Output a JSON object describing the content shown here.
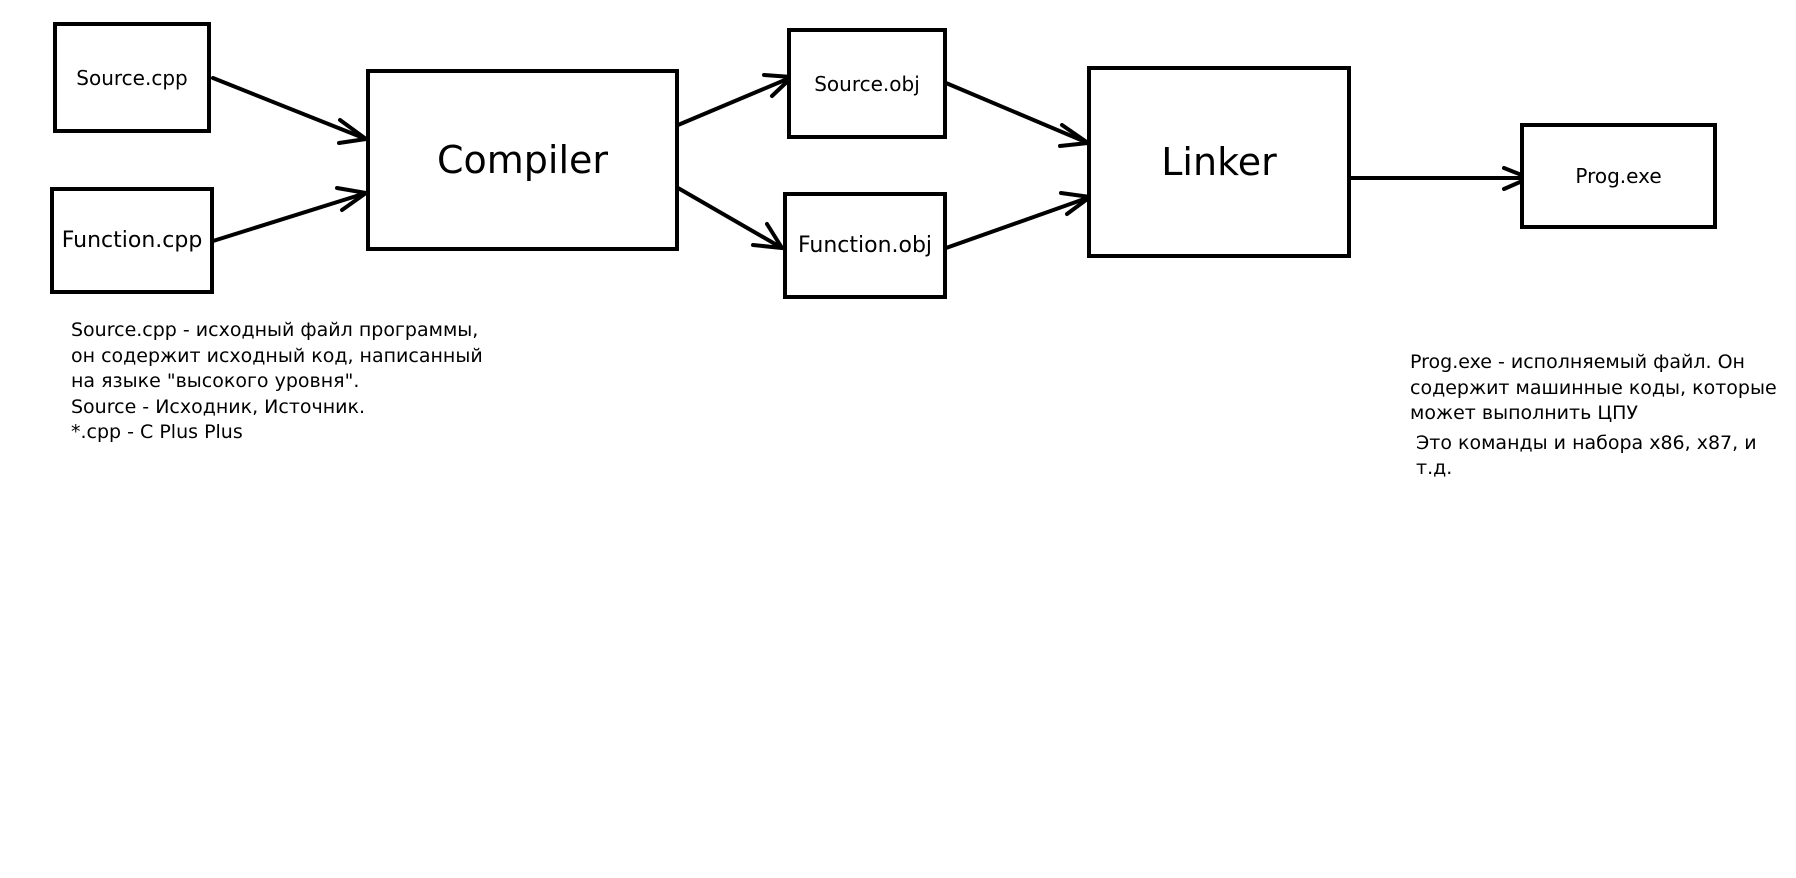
{
  "nodes": {
    "source_cpp": {
      "label": "Source.cpp"
    },
    "function_cpp": {
      "label": "Function.cpp"
    },
    "compiler": {
      "label": "Compiler"
    },
    "source_obj": {
      "label": "Source.obj"
    },
    "function_obj": {
      "label": "Function.obj"
    },
    "linker": {
      "label": "Linker"
    },
    "prog_exe": {
      "label": "Prog.exe"
    }
  },
  "notes": {
    "source_note": [
      "Source.cpp - исходный файл программы,",
      "он содержит исходный код, написанный",
      "на языке \"высокого уровня\".",
      "Source - Исходник, Источник.",
      "*.cpp - C Plus Plus"
    ],
    "prog_note": [
      "Prog.exe - исполняемый файл. Он",
      "содержит машинные коды, которые",
      "может выполнить ЦПУ",
      "Это команды и набора x86, x87, и",
      "т.д."
    ]
  },
  "edges": [
    {
      "from": "source_cpp",
      "to": "compiler"
    },
    {
      "from": "function_cpp",
      "to": "compiler"
    },
    {
      "from": "compiler",
      "to": "source_obj"
    },
    {
      "from": "compiler",
      "to": "function_obj"
    },
    {
      "from": "source_obj",
      "to": "linker"
    },
    {
      "from": "function_obj",
      "to": "linker"
    },
    {
      "from": "linker",
      "to": "prog_exe"
    }
  ]
}
